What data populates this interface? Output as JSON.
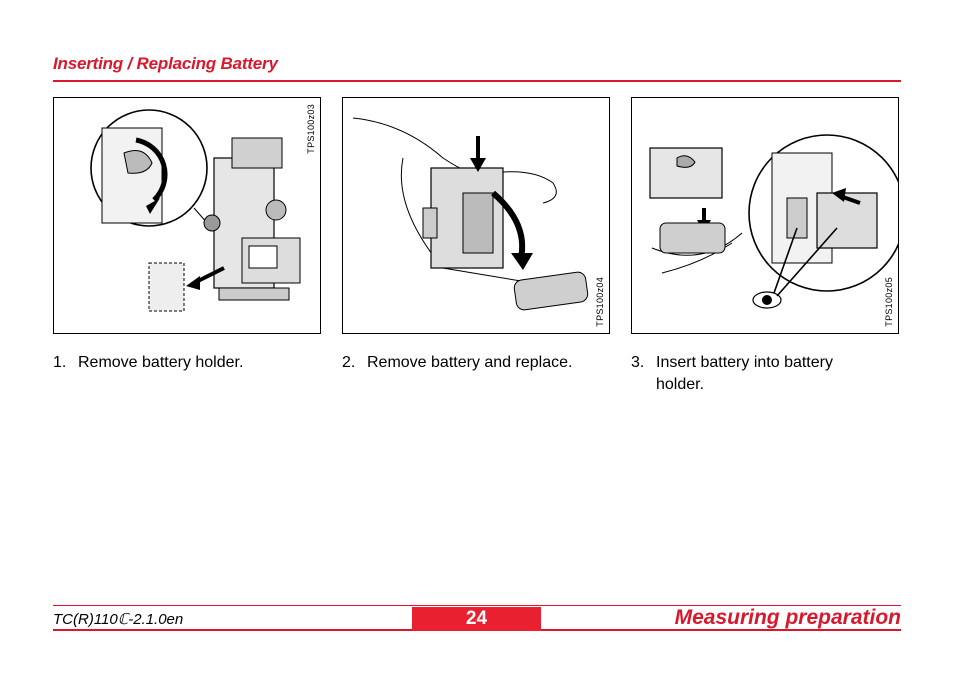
{
  "header": {
    "section_title": "Inserting / Replacing Battery"
  },
  "figures": [
    {
      "code": "TPS100z03"
    },
    {
      "code": "TPS100z04"
    },
    {
      "code": "TPS100z05"
    }
  ],
  "steps": [
    {
      "number": "1.",
      "text": "Remove battery holder."
    },
    {
      "number": "2.",
      "text": "Remove battery and replace."
    },
    {
      "number": "3.",
      "text": "Insert battery into battery holder."
    }
  ],
  "footer": {
    "doc_id": "TC(R)110ℂ-2.1.0en",
    "page_number": "24",
    "chapter_title": "Measuring preparation"
  },
  "colors": {
    "accent": "#d9182d",
    "page_badge": "#e8202f"
  }
}
